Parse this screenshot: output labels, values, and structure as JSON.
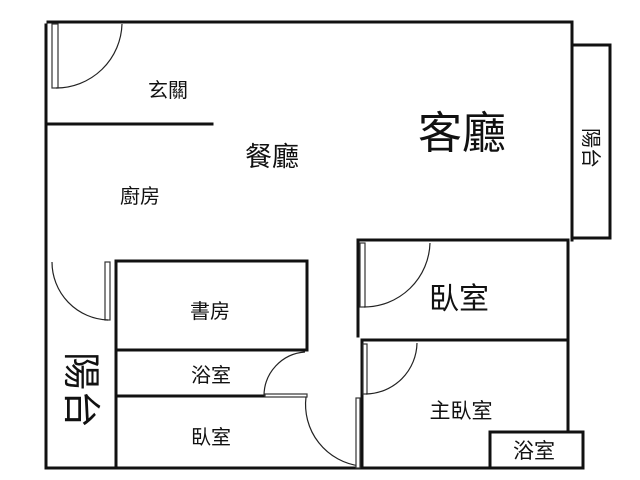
{
  "title": "Floor Plan",
  "rooms": {
    "entrance": "玄關",
    "living_room": "客廳",
    "dining_room": "餐廳",
    "kitchen": "廚房",
    "balcony_right": "陽台",
    "balcony_left": "陽台",
    "study": "書房",
    "bathroom_left": "浴室",
    "bedroom_left": "臥室",
    "bedroom_right": "臥室",
    "master_bedroom": "主臥室",
    "master_bathroom": "浴室"
  },
  "colors": {
    "wall": "#111111",
    "background": "#ffffff"
  }
}
